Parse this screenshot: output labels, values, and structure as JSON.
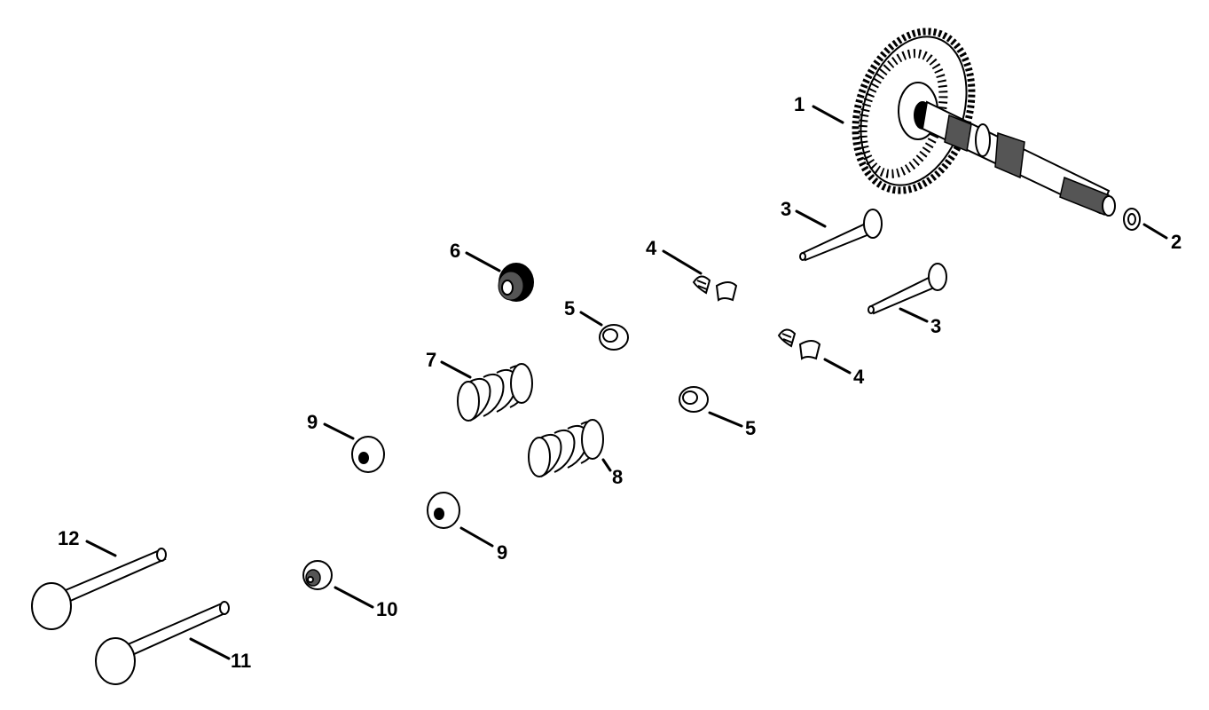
{
  "callouts": {
    "c1": "1",
    "c2": "2",
    "c3a": "3",
    "c3b": "3",
    "c4a": "4",
    "c4b": "4",
    "c5a": "5",
    "c5b": "5",
    "c6": "6",
    "c7": "7",
    "c8": "8",
    "c9a": "9",
    "c9b": "9",
    "c10": "10",
    "c11": "11",
    "c12": "12"
  }
}
